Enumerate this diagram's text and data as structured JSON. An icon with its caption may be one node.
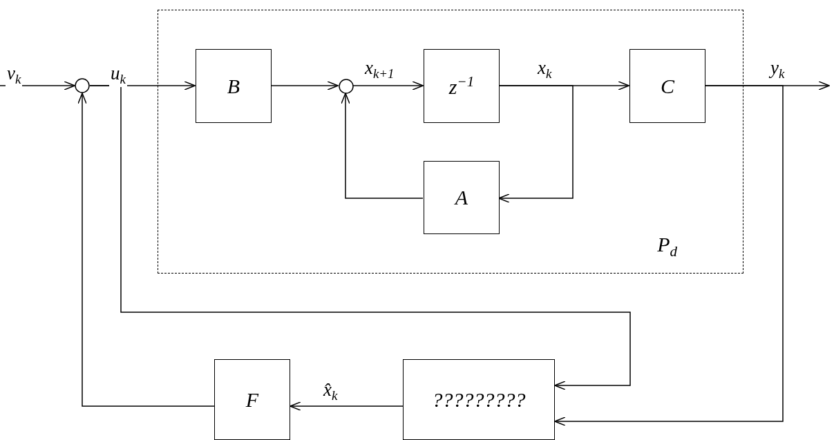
{
  "diagram": {
    "nodes": [
      {
        "text": [
          "P$_{d}$"
        ]
      },
      {
        "text": [],
        "shape": "circle"
      },
      {
        "text": [
          "B"
        ],
        "in": 0
      },
      {
        "text": [],
        "shape": "circle",
        "in": 0
      },
      {
        "text": [
          "z$^{−1}$"
        ],
        "in": 0
      },
      {
        "text": [
          "C"
        ],
        "in": 0
      },
      {
        "text": [
          "A"
        ],
        "in": 0
      },
      {
        "text": [
          "F"
        ]
      },
      {
        "text": [
          "?????????"
        ]
      }
    ],
    "edges": [
      {
        "from": null,
        "to": 1,
        "arrow": "to",
        "label": "v$_{k}$"
      },
      {
        "from": 1,
        "to": 2,
        "arrow": "to",
        "label": "u$_{k}$"
      },
      {
        "from": 1,
        "to": 8,
        "arrow": "to"
      },
      {
        "from": 2,
        "to": 3,
        "arrow": "to"
      },
      {
        "from": 3,
        "to": 4,
        "arrow": "to",
        "label": "x$_{k+1}$"
      },
      {
        "from": 4,
        "to": 5,
        "arrow": "to",
        "label": "x$_{k}$"
      },
      {
        "from": 4,
        "to": 6,
        "arrow": "to"
      },
      {
        "from": 6,
        "to": 3,
        "arrow": "to"
      },
      {
        "from": 5,
        "to": null,
        "arrow": "to",
        "label": "y$_{k}$"
      },
      {
        "from": 5,
        "to": 8,
        "arrow": "to"
      },
      {
        "from": 8,
        "to": 7,
        "arrow": "to",
        "label": "x̂$_{k}$"
      },
      {
        "from": 7,
        "to": 1,
        "arrow": "to"
      }
    ]
  }
}
